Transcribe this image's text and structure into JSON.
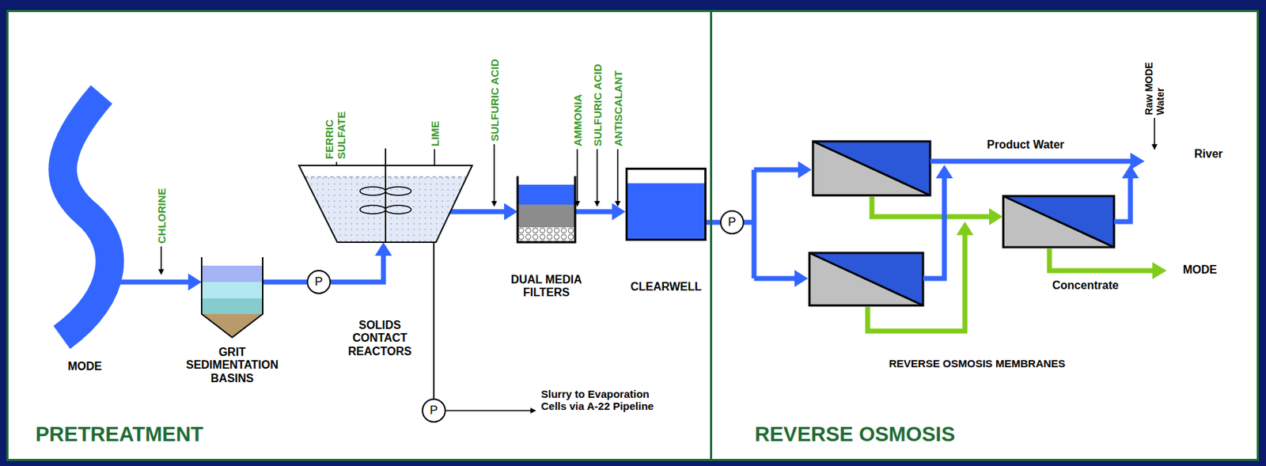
{
  "diagram": {
    "nodes": [
      {
        "text": [
          "PRETREATMENT"
        ]
      },
      {
        "text": [
          "REVERSE OSMOSIS"
        ]
      },
      {
        "text": [
          "MODE"
        ],
        "in": 0
      },
      {
        "text": [
          "GRIT SEDIMENTATION BASINS"
        ],
        "in": 0
      },
      {
        "text": [
          "P"
        ],
        "in": 0
      },
      {
        "text": [
          "SOLIDS CONTACT REACTORS"
        ],
        "in": 0
      },
      {
        "text": [
          "P"
        ],
        "in": 0
      },
      {
        "text": [
          "DUAL MEDIA FILTERS"
        ],
        "in": 0
      },
      {
        "text": [
          "CLEARWELL"
        ],
        "in": 0
      },
      {
        "text": [
          "P"
        ],
        "in": 1
      }
    ],
    "edges": [
      {
        "from": 2,
        "to": 3,
        "arrow": "to"
      },
      {
        "from": 3,
        "to": 4,
        "arrow": "none"
      },
      {
        "from": 4,
        "to": 5,
        "arrow": "to"
      },
      {
        "from": 5,
        "to": 7,
        "arrow": "to"
      },
      {
        "from": 7,
        "to": 8,
        "arrow": "to"
      },
      {
        "from": 8,
        "to": 9,
        "arrow": "none"
      },
      {
        "from": 5,
        "to": 6,
        "arrow": "none"
      }
    ],
    "labels": [
      "CHLORINE",
      "FERRIC SULFATE",
      "LIME",
      "SULFURIC ACID",
      "AMMONIA",
      "SULFURIC ACID",
      "ANTISCALANT",
      "Slurry to Evaporation Cells via A-22 Pipeline",
      "REVERSE OSMOSIS MEMBRANES",
      "Product Water",
      "Raw MODE Water",
      "River",
      "Concentrate",
      "MODE"
    ]
  }
}
